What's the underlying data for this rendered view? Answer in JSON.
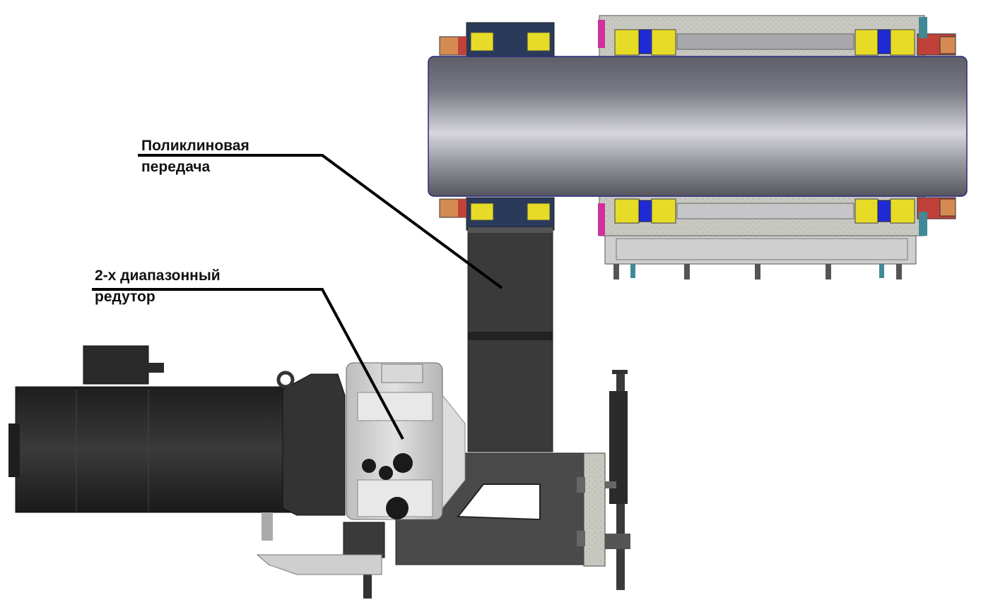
{
  "callouts": {
    "belt_drive": {
      "line1": "Поликлиновая",
      "line2": "передача"
    },
    "gearbox": {
      "line1": "2-х диапазонный",
      "line2": "редутор"
    }
  },
  "colors": {
    "background": "#ffffff",
    "shaft": "#8f8f99",
    "housing": "#c9c9c3",
    "bearing_yellow": "#e6dc28",
    "seal_blue": "#1f2ad6",
    "motor": "#2b2b2b",
    "belt": "#3a3a3a",
    "gearbox": "#cfcfcf",
    "bracket": "#4a4a4a"
  }
}
